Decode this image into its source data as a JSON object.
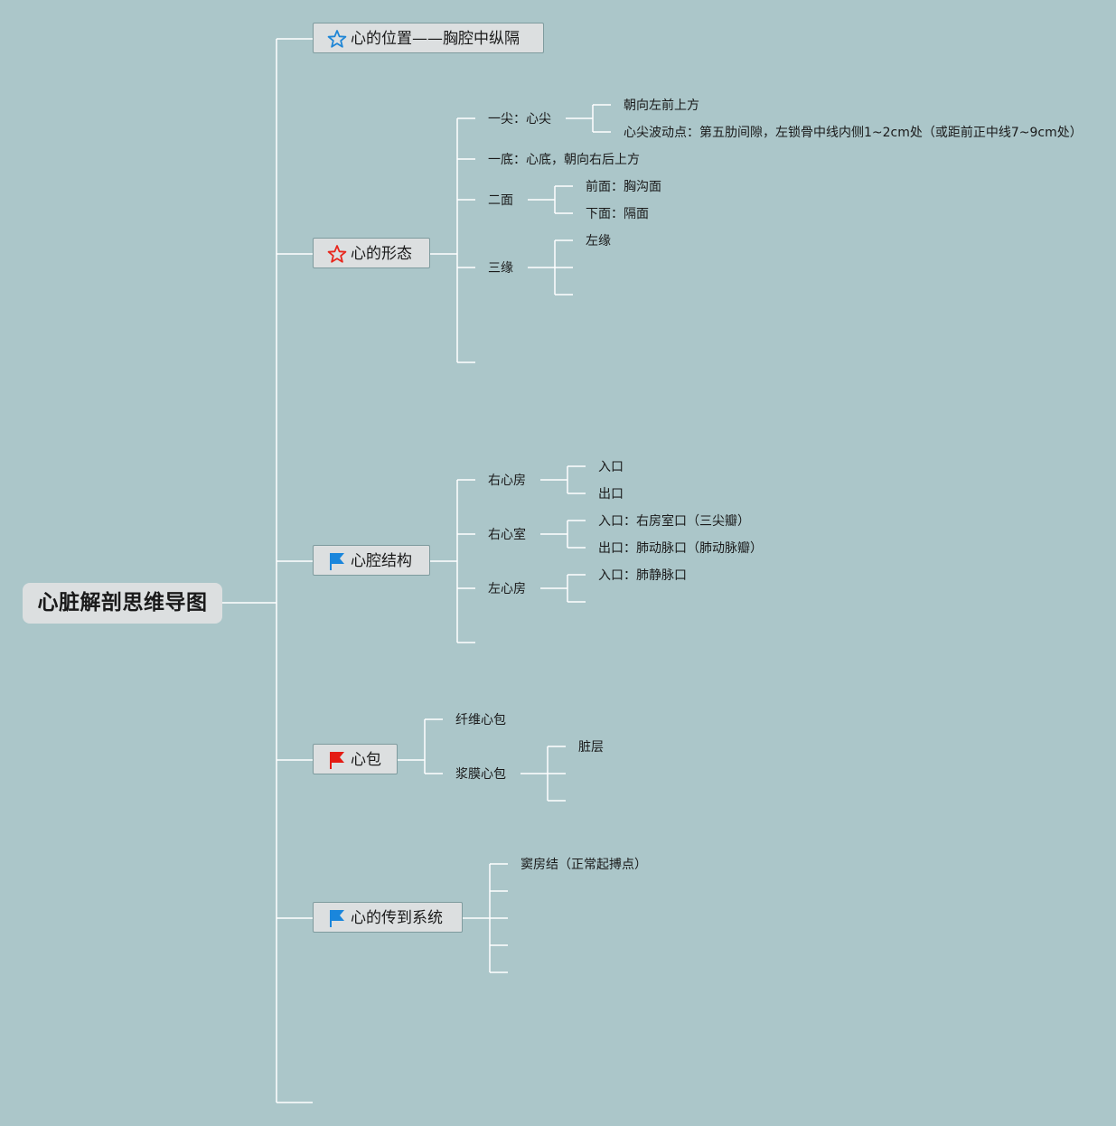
{
  "root": "心脏解剖思维导图",
  "branches": {
    "position": {
      "label": "心的位置——胸腔中纵隔",
      "icon": "star-blue-outline-icon"
    },
    "morphology": {
      "label": "心的形态",
      "icon": "star-red-outline-icon",
      "apex": "一尖：心尖",
      "apex_children": [
        "朝向左前上方",
        "心尖波动点：第五肋间隙，左锁骨中线内侧1~2cm处（或距前正中线7~9cm处）"
      ],
      "base": "一底：心底，朝向右后上方",
      "surfaces": "二面",
      "surfaces_children": [
        "前面：胸沟面",
        "下面：隔面"
      ],
      "borders": "三缘",
      "borders_children": [
        "左缘"
      ]
    },
    "chambers": {
      "label": "心腔结构",
      "icon": "flag-blue-icon",
      "right_atrium": "右心房",
      "right_atrium_children": [
        "入口",
        "出口"
      ],
      "right_ventricle": "右心室",
      "right_ventricle_children": [
        "入口：右房室口（三尖瓣）",
        "出口：肺动脉口（肺动脉瓣）"
      ],
      "left_atrium": "左心房",
      "left_atrium_children": [
        "入口：肺静脉口"
      ]
    },
    "pericardium": {
      "label": "心包",
      "icon": "flag-red-icon",
      "fibrous": "纤维心包",
      "serous": "浆膜心包",
      "serous_children": [
        "脏层"
      ]
    },
    "conduction": {
      "label": "心的传到系统",
      "icon": "flag-blue-icon",
      "children": [
        "窦房结（正常起搏点）"
      ]
    }
  },
  "colors": {
    "background": "#abc6c9",
    "connector": "#ffffff",
    "node_fill": "#dcdfe0",
    "star_blue": "#1f86d6",
    "star_red": "#e8261c",
    "flag_blue": "#1a86dc",
    "flag_red": "#e41b13"
  }
}
